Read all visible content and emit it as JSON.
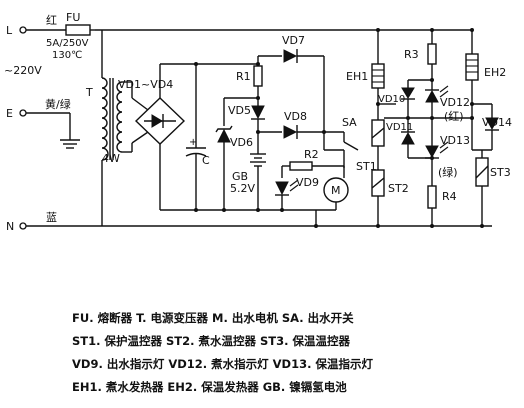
{
  "terminals": {
    "L": "L",
    "E": "E",
    "N": "N",
    "red": "红",
    "yellow_green": "黄/绿",
    "blue": "蓝",
    "voltage": "~220V"
  },
  "fuse": {
    "name": "FU",
    "rating": "5A/250V",
    "temp": "130℃"
  },
  "labels": {
    "T": "T",
    "T_power": "4W",
    "bridge": "VD1~VD4",
    "C": "C",
    "R1": "R1",
    "VD5": "VD5",
    "VD6": "VD6",
    "VD7": "VD7",
    "VD8": "VD8",
    "GB": "GB",
    "GB_voltage": "5.2V",
    "R2": "R2",
    "VD9": "VD9",
    "M": "M",
    "SA": "SA",
    "EH1": "EH1",
    "EH2": "EH2",
    "ST1": "ST1",
    "ST2": "ST2",
    "ST3": "ST3",
    "R3": "R3",
    "R4": "R4",
    "VD10": "VD10",
    "VD11": "VD11",
    "VD12": "VD12",
    "VD12_color": "(红)",
    "VD13": "VD13",
    "VD13_color": "(绿)",
    "VD14": "VD14"
  },
  "legend": [
    "FU. 熔断器   T. 电源变压器   M. 出水电机   SA. 出水开关",
    "ST1. 保护温控器   ST2. 煮水温控器   ST3. 保温温控器",
    "VD9. 出水指示灯   VD12. 煮水指示灯   VD13. 保温指示灯",
    "EH1. 煮水发热器   EH2. 保温发热器   GB. 镍镉氢电池"
  ]
}
